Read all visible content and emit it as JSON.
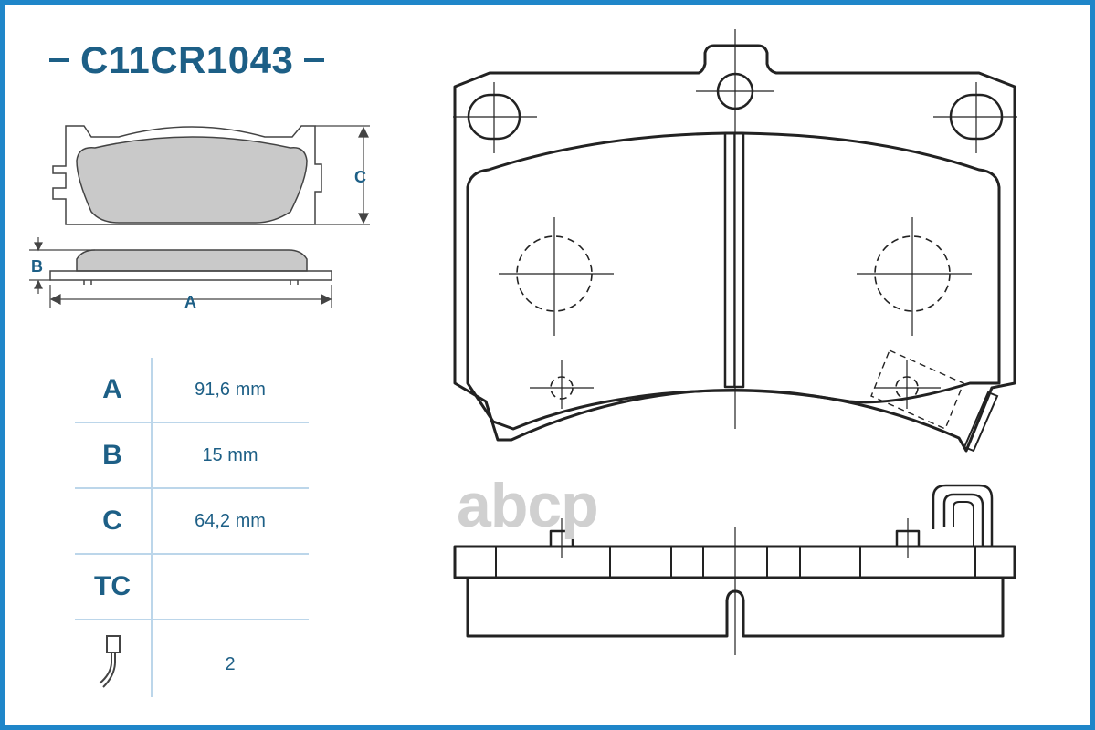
{
  "header": {
    "part_number": "C11CR1043"
  },
  "small_diagram": {
    "label_a": "A",
    "label_b": "B",
    "label_c": "C"
  },
  "specs": [
    {
      "key": "A",
      "value": "91,6 mm"
    },
    {
      "key": "B",
      "value": "15 mm"
    },
    {
      "key": "C",
      "value": "64,2 mm"
    },
    {
      "key": "TC",
      "value": ""
    },
    {
      "key": "",
      "icon": "wear-sensor-icon",
      "value": "2"
    }
  ],
  "watermark": {
    "text": "abcp"
  },
  "colors": {
    "border": "#1f86c9",
    "text": "#1d5f86",
    "pad_fill": "#c9c9c9",
    "separator": "#bcd6ea"
  }
}
